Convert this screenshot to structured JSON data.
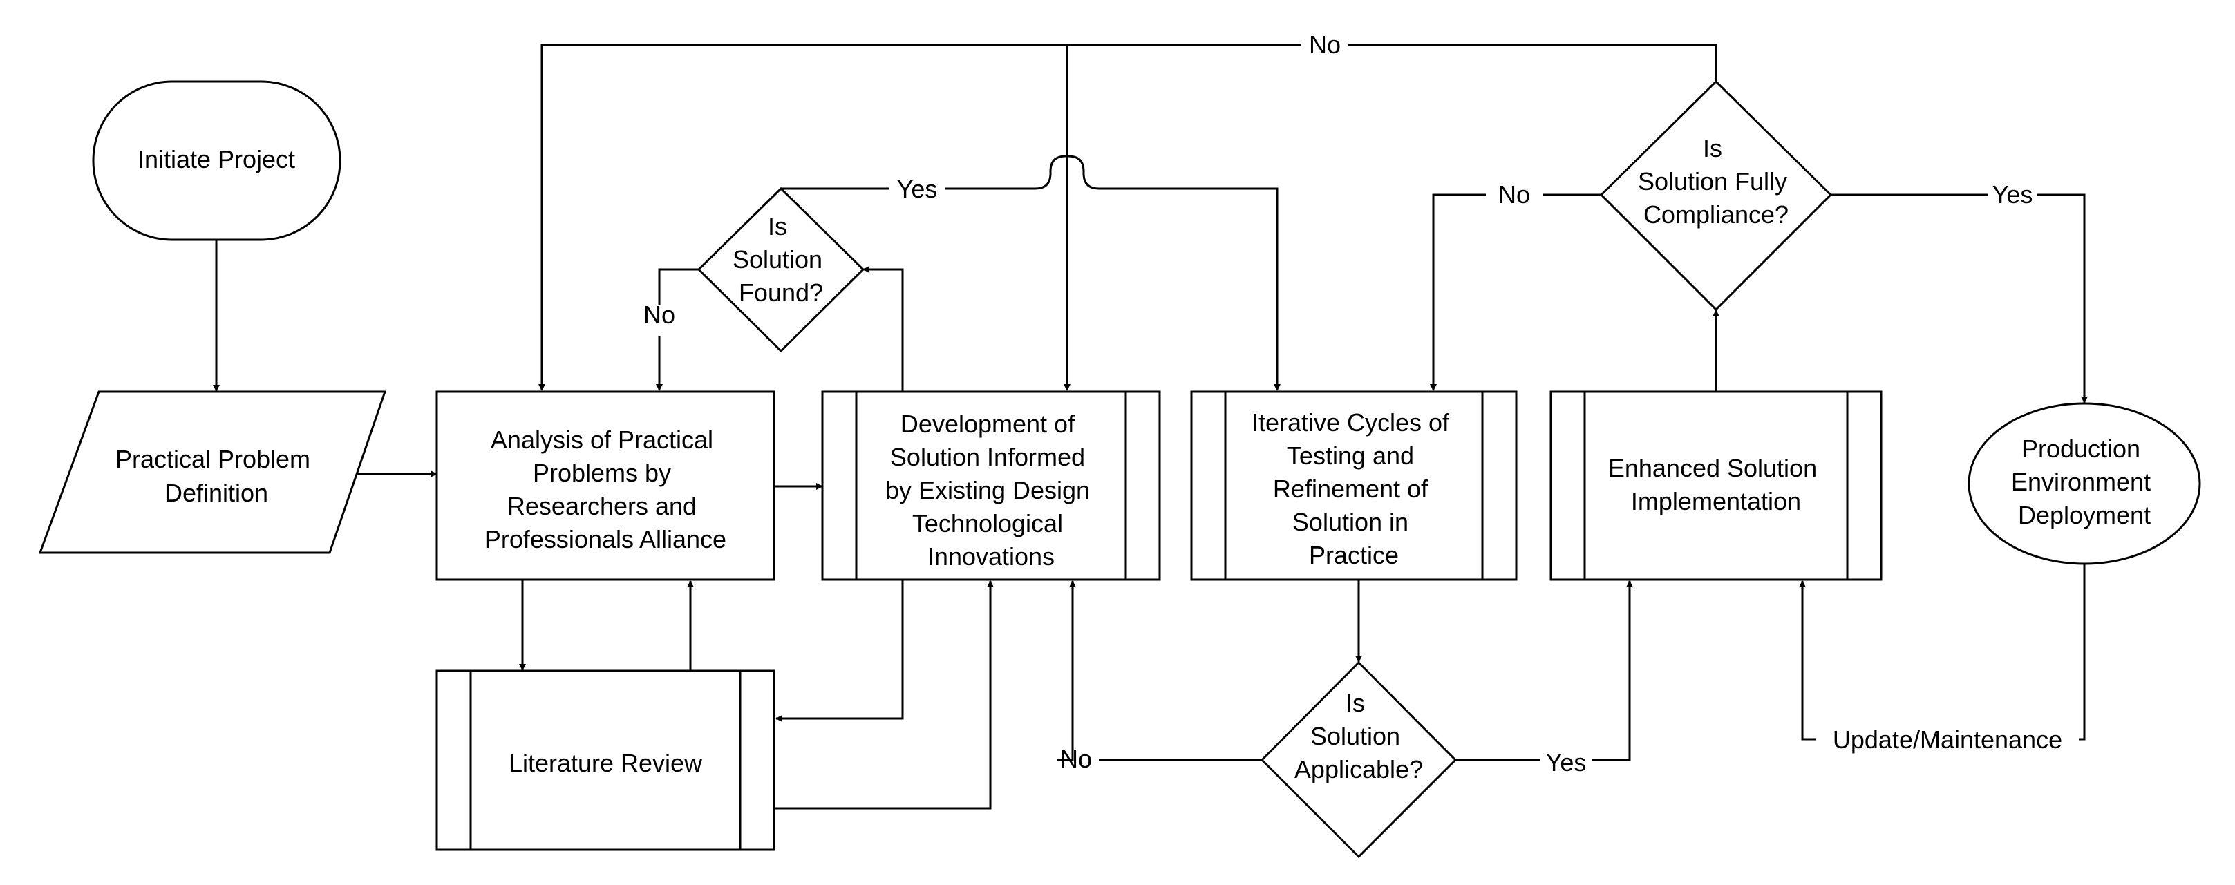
{
  "nodes": {
    "initiate": [
      "Initiate Project"
    ],
    "problem_def": [
      "Practical Problem",
      "Definition"
    ],
    "analysis": [
      "Analysis of Practical",
      "Problems by",
      "Researchers and",
      "Professionals Alliance"
    ],
    "literature": [
      "Literature Review"
    ],
    "development": [
      "Development of",
      "Solution Informed",
      "by Existing Design",
      "Technological",
      "Innovations"
    ],
    "iterative": [
      "Iterative Cycles of",
      "Testing and",
      "Refinement of",
      "Solution in",
      "Practice"
    ],
    "enhanced": [
      "Enhanced Solution",
      "Implementation"
    ],
    "production": [
      "Production",
      "Environment",
      "Deployment"
    ],
    "d_found": [
      "Is",
      "Solution",
      "Found?"
    ],
    "d_applicable": [
      "Is",
      "Solution",
      "Applicable?"
    ],
    "d_compliance": [
      "Is",
      "Solution Fully",
      "Compliance?"
    ]
  },
  "edge_labels": {
    "top_no": "No",
    "found_yes": "Yes",
    "found_no": "No",
    "compliance_no": "No",
    "compliance_yes": "Yes",
    "applicable_no": "No",
    "applicable_yes": "Yes",
    "maintenance": "Update/Maintenance"
  }
}
